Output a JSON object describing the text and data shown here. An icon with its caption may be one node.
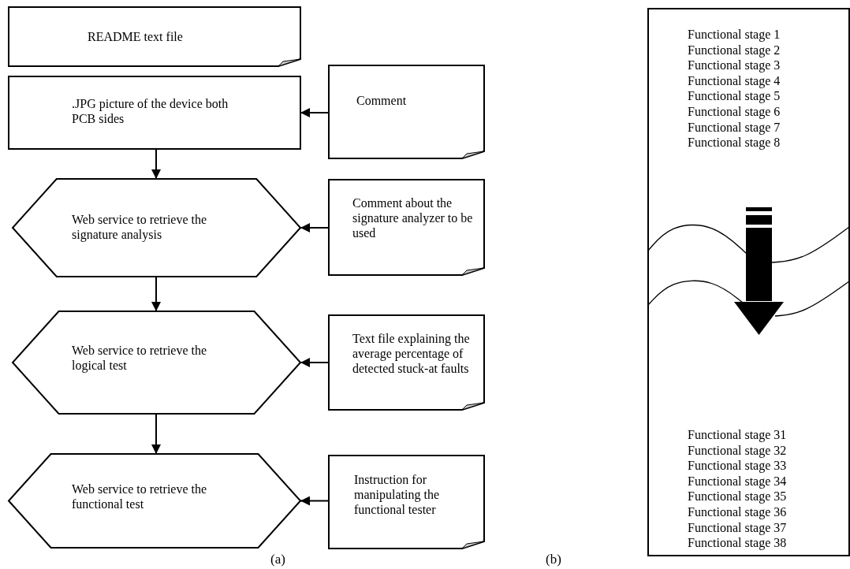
{
  "diagram": {
    "nodes": [
      {
        "text": [
          "README text file"
        ]
      },
      {
        "text": [
          ".JPG picture of the device both PCB sides"
        ]
      },
      {
        "text": [
          "Comment"
        ]
      },
      {
        "text": [
          "Web service to retrieve the signature analysis"
        ]
      },
      {
        "text": [
          "Comment about the signature analyzer to be used"
        ]
      },
      {
        "text": [
          "Web service to retrieve the logical test"
        ]
      },
      {
        "text": [
          "Text file explaining the average percentage of detected stuck-at faults"
        ]
      },
      {
        "text": [
          "Web service to retrieve the functional test"
        ]
      },
      {
        "text": [
          "Instruction for manipulating the functional tester"
        ]
      },
      {
        "text": [
          "Functional stage 1",
          "Functional stage 2",
          "Functional stage 3",
          "Functional stage 4",
          "Functional stage 5",
          "Functional stage 6",
          "Functional stage 7",
          "Functional stage 8",
          "Functional stage 31",
          "Functional stage 32",
          "Functional stage 33",
          "Functional stage 34",
          "Functional stage 35",
          "Functional stage 36",
          "Functional stage 37",
          "Functional stage 38"
        ]
      }
    ],
    "edges": [
      {
        "from": 1,
        "to": 3,
        "arrow": "to"
      },
      {
        "from": 3,
        "to": 5,
        "arrow": "to"
      },
      {
        "from": 5,
        "to": 7,
        "arrow": "to"
      },
      {
        "from": 2,
        "to": 1,
        "arrow": "to"
      },
      {
        "from": 4,
        "to": 3,
        "arrow": "to"
      },
      {
        "from": 6,
        "to": 5,
        "arrow": "to"
      },
      {
        "from": 8,
        "to": 7,
        "arrow": "to"
      }
    ],
    "labels": [
      "(a)",
      "(b)"
    ]
  }
}
